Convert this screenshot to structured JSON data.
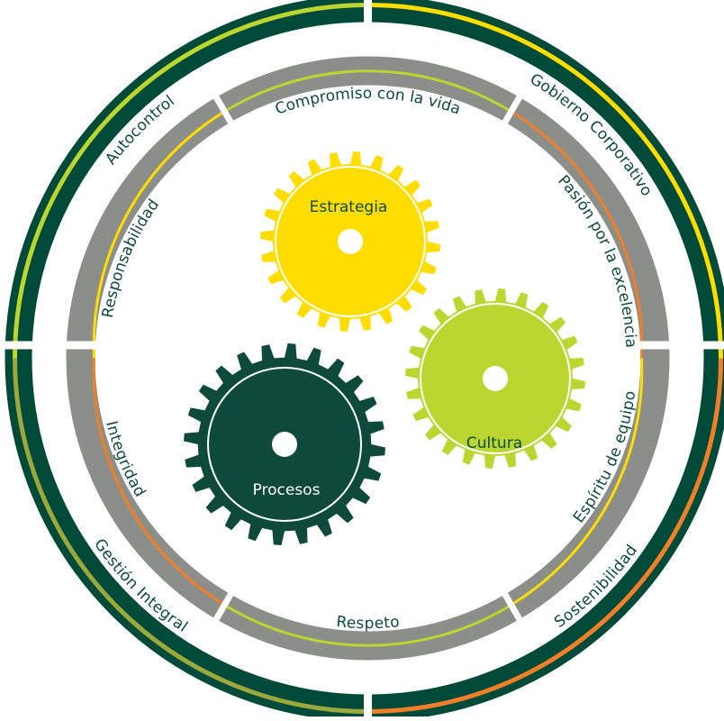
{
  "outer_ring": {
    "labels": [
      "Autocontrol",
      "Gobierno Corporativo",
      "Sostenibilidad",
      "Gestión Integral"
    ]
  },
  "inner_ring": {
    "labels": [
      "Compromiso con la vida",
      "Pasión por la excelencia",
      "Espíritu de equipo",
      "Respeto",
      "Integridad",
      "Responsabilidad"
    ]
  },
  "gears": [
    {
      "label": "Estrategia",
      "color": "#ffdd00",
      "label_color": "#0d4a3c"
    },
    {
      "label": "Cultura",
      "color": "#bcd631",
      "label_color": "#0d4a3c"
    },
    {
      "label": "Procesos",
      "color": "#0d4a3c",
      "label_color": "#ffffff"
    }
  ],
  "colors": {
    "dark_green": "#004a3a",
    "gray": "#8c8e89",
    "yellow": "#ffdd00",
    "lime": "#bcd631",
    "orange": "#f07f2a",
    "olive": "#9aa83c"
  }
}
